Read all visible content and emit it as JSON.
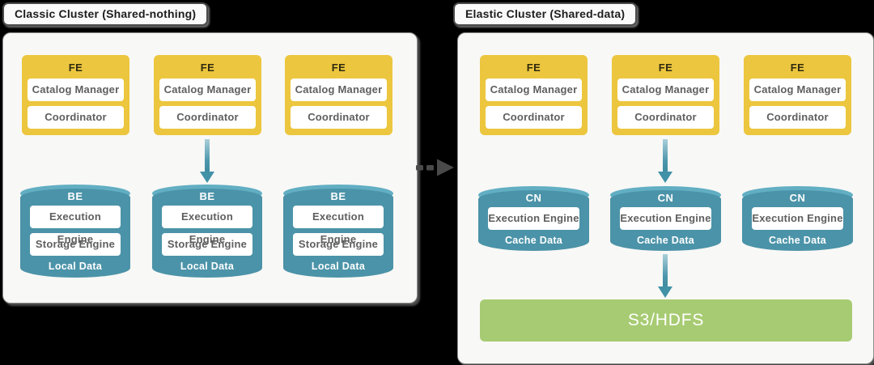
{
  "colors": {
    "fe_yellow": "#ecc63e",
    "node_teal": "#4b93a8",
    "node_teal_light": "#62aec3",
    "storage_green": "#a7cb72",
    "arrow_teal": "#4191a7",
    "arrow_dark": "#4a4a4a",
    "panel_bg": "#f8f8f6"
  },
  "classic_cluster": {
    "title": "Classic Cluster (Shared-nothing)",
    "fe_node": {
      "label": "FE",
      "components": [
        "Catalog Manager",
        "Coordinator"
      ]
    },
    "be_node": {
      "label": "BE",
      "components": [
        "Execution Engine",
        "Storage Engine"
      ],
      "data_label": "Local Data"
    }
  },
  "elastic_cluster": {
    "title": "Elastic Cluster (Shared-data)",
    "fe_node": {
      "label": "FE",
      "components": [
        "Catalog Manager",
        "Coordinator"
      ]
    },
    "cn_node": {
      "label": "CN",
      "components": [
        "Execution Engine"
      ],
      "data_label": "Cache Data"
    },
    "shared_storage": {
      "label": "S3/HDFS"
    }
  }
}
